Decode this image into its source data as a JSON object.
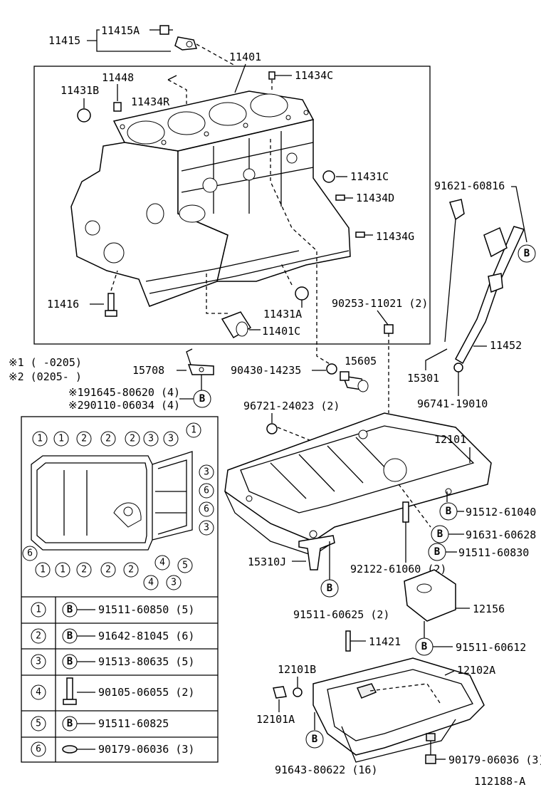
{
  "labels": {
    "p11415": "11415",
    "p11415a": "11415A",
    "p11401": "11401",
    "p11448": "11448",
    "p11431b": "11431B",
    "p11434r": "11434R",
    "p11434c": "11434C",
    "p11431c": "11431C",
    "p11434d": "11434D",
    "p11434g": "11434G",
    "p11416": "11416",
    "p11431a": "11431A",
    "p11401c": "11401C",
    "p91621": "91621-60816",
    "p90253": "90253-11021 (2)",
    "p11452": "11452",
    "p15605": "15605",
    "p90430": "90430-14235",
    "p15301": "15301",
    "p96741": "96741-19010",
    "p15708": "15708",
    "note1": "※1 (     -0205)",
    "note2": "※2 (0205-     )",
    "p191645": "※191645-80620 (4)",
    "p290110": "※290110-06034 (4)",
    "p96721": "96721-24023 (2)",
    "p12101": "12101",
    "p91512": "91512-61040",
    "p91631": "91631-60628",
    "p91511_830": "91511-60830",
    "p15310j": "15310J",
    "p92122": "92122-61060 (2)",
    "p91511_625": "91511-60625 (2)",
    "p12156": "12156",
    "p91511_612": "91511-60612",
    "p11421": "11421",
    "p12101b": "12101B",
    "p12102a": "12102A",
    "p12101a": "12101A",
    "p90179b": "90179-06036 (3)",
    "p91643": "91643-80622 (16)",
    "diagram_id": "112188-A"
  },
  "b_marker": "B",
  "bolt_legend": [
    {
      "index": "1",
      "marker": "B",
      "part": "91511-60850 (5)"
    },
    {
      "index": "2",
      "marker": "B",
      "part": "91642-81045 (6)"
    },
    {
      "index": "3",
      "marker": "B",
      "part": "91513-80635 (5)"
    },
    {
      "index": "4",
      "marker": "",
      "part": "90105-06055 (2)"
    },
    {
      "index": "5",
      "marker": "B",
      "part": "91511-60825"
    },
    {
      "index": "6",
      "marker": "",
      "part": "90179-06036 (3)"
    }
  ],
  "pan_callouts": {
    "top": [
      "1",
      "1",
      "2",
      "2",
      "2",
      "3",
      "3",
      "1"
    ],
    "right": [
      "3",
      "6",
      "6",
      "3"
    ],
    "left": [
      "6"
    ],
    "bottom": [
      "1",
      "1",
      "2",
      "2",
      "2",
      "4",
      "3",
      "4",
      "5"
    ]
  }
}
